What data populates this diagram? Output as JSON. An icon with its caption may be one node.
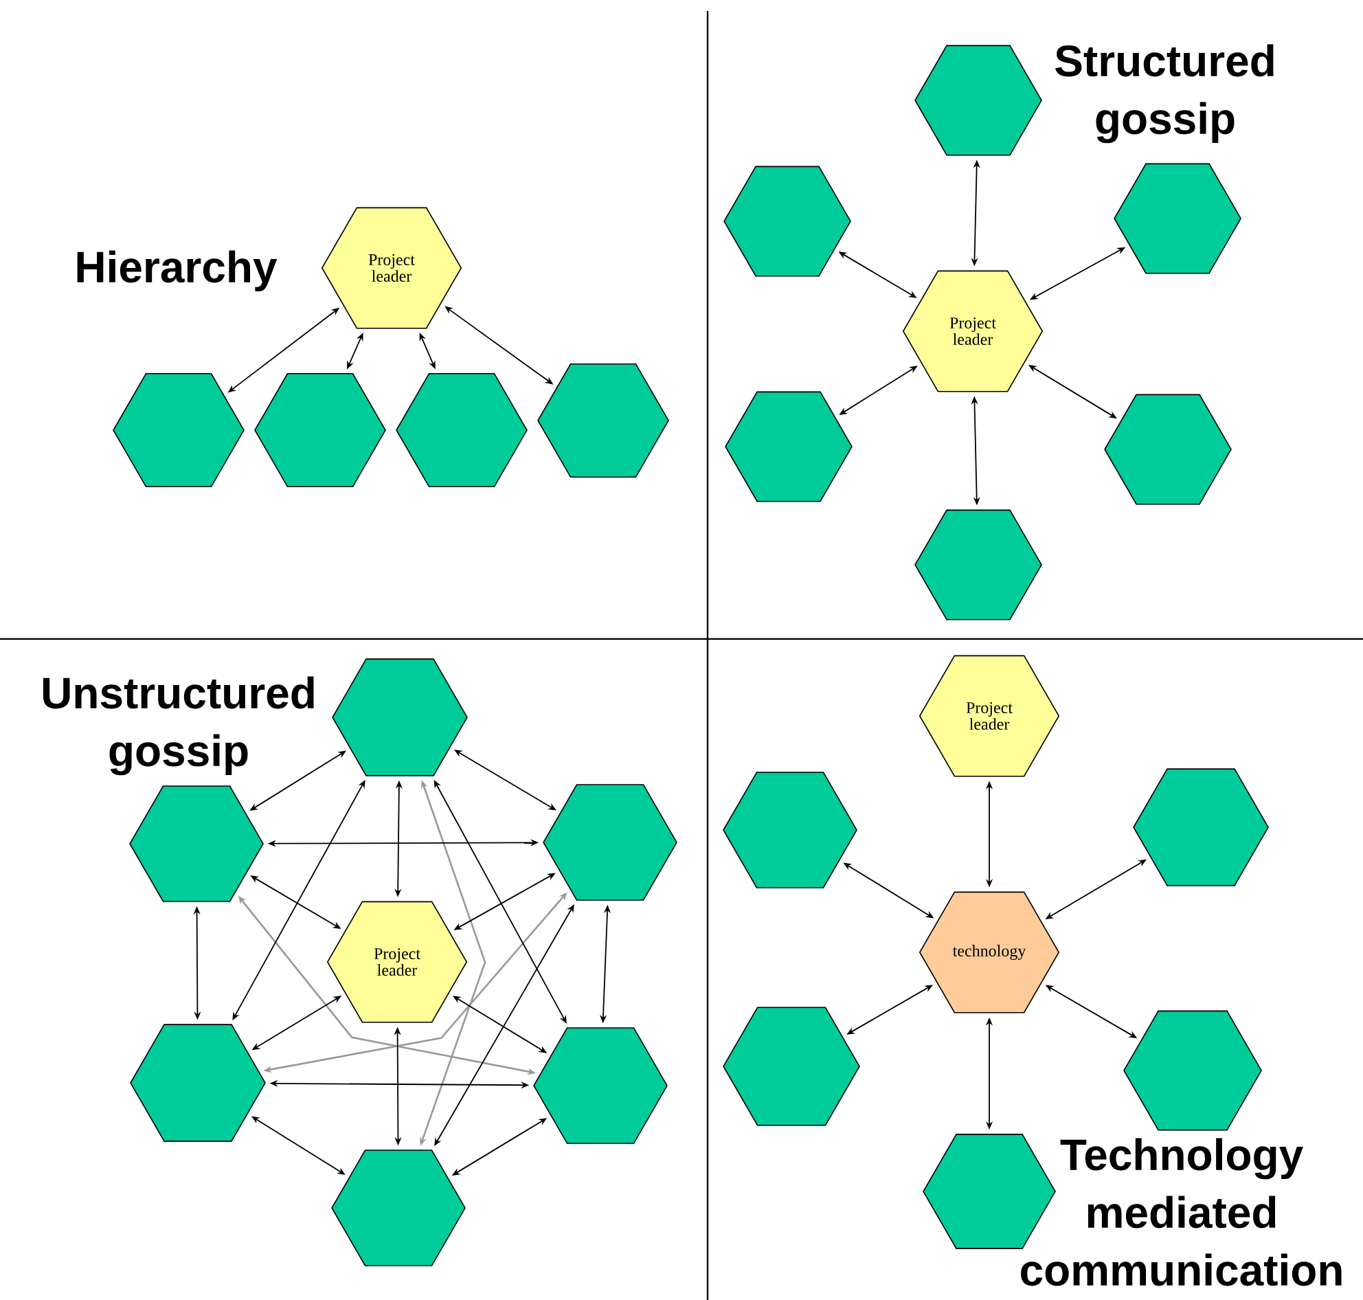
{
  "diagram": {
    "nodes": [
      {
        "text": [
          "Project leader"
        ]
      },
      {
        "text": [],
        "shape": "hexagon"
      },
      {
        "text": [],
        "shape": "hexagon"
      },
      {
        "text": [],
        "shape": "hexagon"
      },
      {
        "text": [],
        "shape": "hexagon"
      },
      {
        "text": [],
        "shape": "hexagon"
      },
      {
        "text": [],
        "shape": "hexagon"
      },
      {
        "text": [],
        "shape": "hexagon"
      },
      {
        "text": [
          "Project leader"
        ]
      },
      {
        "text": [],
        "shape": "hexagon"
      },
      {
        "text": [],
        "shape": "hexagon"
      },
      {
        "text": [],
        "shape": "hexagon"
      },
      {
        "text": [],
        "shape": "hexagon"
      },
      {
        "text": [],
        "shape": "hexagon"
      },
      {
        "text": [],
        "shape": "hexagon"
      },
      {
        "text": [
          "Project leader"
        ]
      },
      {
        "text": [],
        "shape": "hexagon"
      },
      {
        "text": [],
        "shape": "hexagon"
      },
      {
        "text": [],
        "shape": "hexagon"
      },
      {
        "text": [
          "Project leader"
        ]
      },
      {
        "text": [],
        "shape": "hexagon"
      },
      {
        "text": [],
        "shape": "hexagon"
      },
      {
        "text": [
          "technology"
        ]
      },
      {
        "text": [],
        "shape": "hexagon"
      },
      {
        "text": [],
        "shape": "hexagon"
      },
      {
        "text": [],
        "shape": "hexagon"
      }
    ],
    "edges": [
      {
        "from": 0,
        "to": 1,
        "arrow": "both"
      },
      {
        "from": 0,
        "to": 2,
        "arrow": "both"
      },
      {
        "from": 0,
        "to": 3,
        "arrow": "both"
      },
      {
        "from": 0,
        "to": 4,
        "arrow": "both"
      },
      {
        "from": 8,
        "to": 5,
        "arrow": "both"
      },
      {
        "from": 8,
        "to": 6,
        "arrow": "both"
      },
      {
        "from": 8,
        "to": 7,
        "arrow": "both"
      },
      {
        "from": 8,
        "to": 9,
        "arrow": "both"
      },
      {
        "from": 8,
        "to": 10,
        "arrow": "both"
      },
      {
        "from": 8,
        "to": 11,
        "arrow": "both"
      },
      {
        "from": 12,
        "to": 18,
        "arrow": "both",
        "color": "#999999"
      },
      {
        "from": 13,
        "to": 17,
        "arrow": "both",
        "color": "#999999"
      },
      {
        "from": 16,
        "to": 14,
        "arrow": "both",
        "color": "#999999"
      },
      {
        "from": 12,
        "to": 13,
        "arrow": "both"
      },
      {
        "from": 12,
        "to": 14,
        "arrow": "both"
      },
      {
        "from": 13,
        "to": 14,
        "arrow": "both"
      },
      {
        "from": 13,
        "to": 16,
        "arrow": "both"
      },
      {
        "from": 14,
        "to": 17,
        "arrow": "both"
      },
      {
        "from": 16,
        "to": 17,
        "arrow": "both"
      },
      {
        "from": 16,
        "to": 18,
        "arrow": "both"
      },
      {
        "from": 17,
        "to": 18,
        "arrow": "both"
      },
      {
        "from": 12,
        "to": 16,
        "arrow": "both"
      },
      {
        "from": 12,
        "to": 17,
        "arrow": "both"
      },
      {
        "from": 14,
        "to": 18,
        "arrow": "both"
      },
      {
        "from": 15,
        "to": 12,
        "arrow": "both"
      },
      {
        "from": 15,
        "to": 13,
        "arrow": "both"
      },
      {
        "from": 15,
        "to": 14,
        "arrow": "both"
      },
      {
        "from": 15,
        "to": 16,
        "arrow": "both"
      },
      {
        "from": 15,
        "to": 17,
        "arrow": "both"
      },
      {
        "from": 15,
        "to": 18,
        "arrow": "both"
      },
      {
        "from": 19,
        "to": 22,
        "arrow": "both"
      },
      {
        "from": 22,
        "to": 20,
        "arrow": "both"
      },
      {
        "from": 22,
        "to": 21,
        "arrow": "both"
      },
      {
        "from": 22,
        "to": 23,
        "arrow": "both"
      },
      {
        "from": 22,
        "to": 24,
        "arrow": "both"
      },
      {
        "from": 22,
        "to": 25,
        "arrow": "both"
      }
    ],
    "labels": [
      "Structured gossip",
      "Hierarchy",
      "Unstructured gossip",
      "Technology mediated communication"
    ]
  }
}
